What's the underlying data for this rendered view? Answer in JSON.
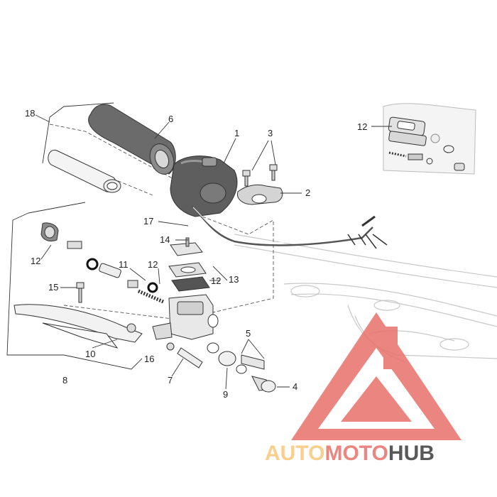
{
  "labels": {
    "l1": "1",
    "l2": "2",
    "l3": "3",
    "l4": "4",
    "l5": "5",
    "l6": "6",
    "l7": "7",
    "l8": "8",
    "l9": "9",
    "l10": "10",
    "l11": "11",
    "l12a": "12",
    "l12b": "12",
    "l12c": "12",
    "l12d": "12",
    "l13": "13",
    "l14": "14",
    "l15": "15",
    "l16": "16",
    "l17": "17",
    "l18": "18"
  },
  "watermark": {
    "part1": "AUTO",
    "part2": "MOTO",
    "part3": "HUB",
    "color_light": "#f7c77a",
    "color_red": "#e8706a",
    "color_dark": "#3c3c3c"
  }
}
